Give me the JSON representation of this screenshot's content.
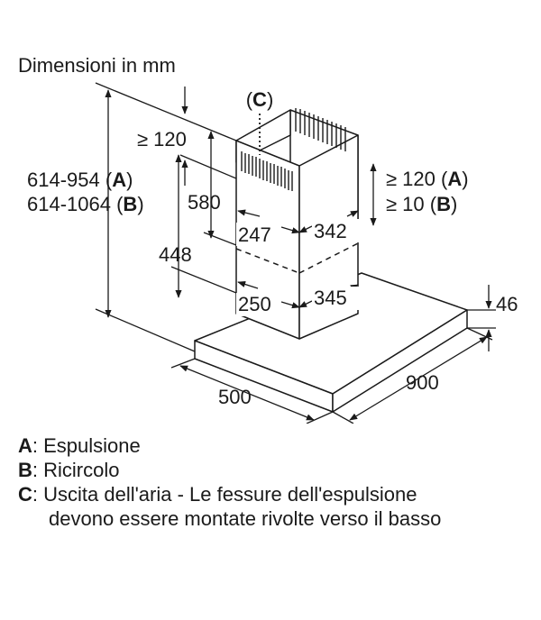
{
  "title": "Dimensioni in mm",
  "labels": {
    "c_marker": {
      "open": "(",
      "key": "C",
      "close": ")"
    },
    "top_clearance": "≥ 120",
    "total_height_a": {
      "value": "614-954 (",
      "key": "A",
      "close": ")"
    },
    "total_height_b": {
      "value": "614-1064 (",
      "key": "B",
      "close": ")"
    },
    "chimney_upper_height": "580",
    "chimney_lower_height": "448",
    "upper_width": "247",
    "upper_depth": "342",
    "lower_width": "250",
    "lower_depth": "345",
    "clearance_a": {
      "value": "≥ 120 (",
      "key": "A",
      "close": ")"
    },
    "clearance_b": {
      "value": "≥ 10 (",
      "key": "B",
      "close": ")"
    },
    "canopy_thickness": "46",
    "canopy_depth": "500",
    "canopy_width": "900"
  },
  "legend": [
    {
      "key": "A",
      "text": ": Espulsione"
    },
    {
      "key": "B",
      "text": ": Ricircolo"
    },
    {
      "key": "C",
      "text": ": Uscita dell'aria - Le fessure dell'espulsione",
      "continuation": "devono essere montate rivolte verso il basso"
    }
  ]
}
